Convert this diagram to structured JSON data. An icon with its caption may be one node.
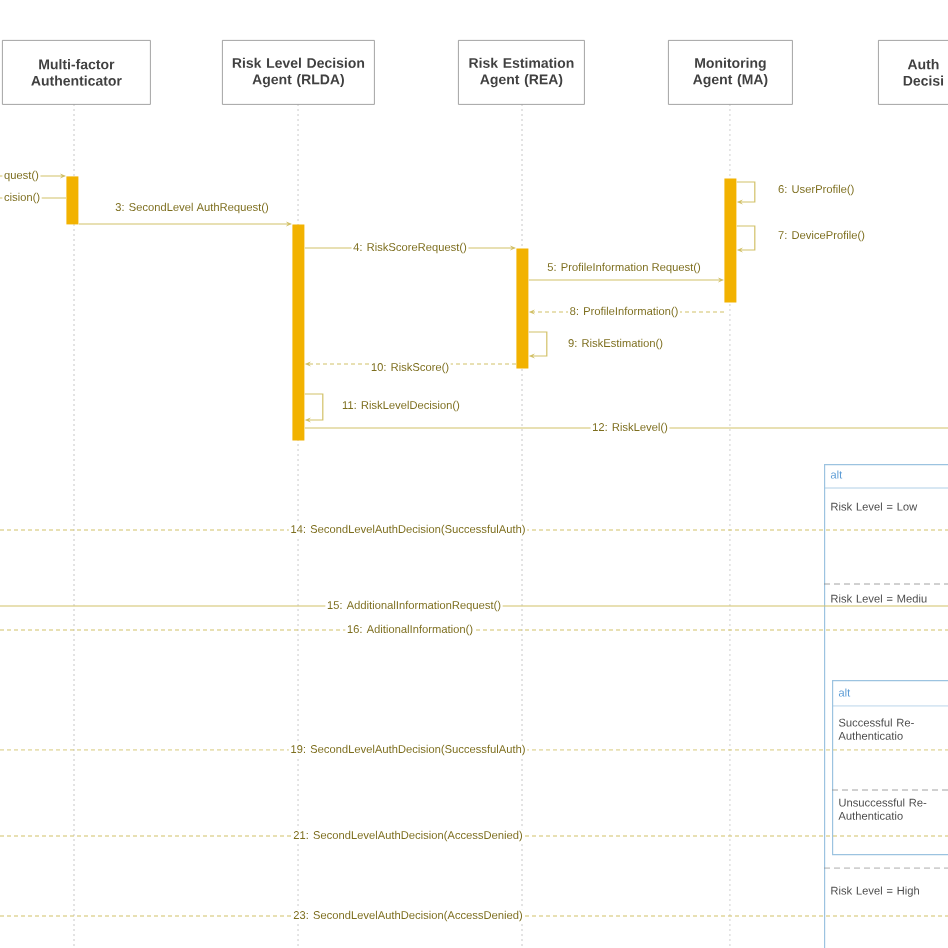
{
  "diagram": {
    "nodes": [
      {
        "text": [
          "Multi-factor Authenticator"
        ]
      },
      {
        "text": [
          "Risk Level Decision Agent (RLDA)"
        ]
      },
      {
        "text": [
          "Risk Estimation Agent (REA)"
        ]
      },
      {
        "text": [
          "Monitoring Agent (MA)"
        ]
      },
      {
        "text": [
          "Auth Decisi"
        ]
      },
      {
        "text": [],
        "shape": "bar"
      },
      {
        "text": [],
        "shape": "bar"
      },
      {
        "text": [],
        "shape": "bar"
      },
      {
        "text": [],
        "shape": "bar"
      },
      {
        "text": [
          "alt",
          "Risk Level = Low",
          "Risk Level = Mediu",
          "Risk Level = High"
        ]
      },
      {
        "text": [
          "alt",
          "Successful Re-Authenticatio",
          "Unsuccessful Re-Authenticatio"
        ],
        "in": 9
      }
    ],
    "edges": [
      {
        "from": null,
        "to": 5,
        "arrow": "to",
        "label": "quest()"
      },
      {
        "from": 5,
        "to": null,
        "arrow": "none",
        "label": "cision()"
      },
      {
        "from": 5,
        "to": 6,
        "arrow": "to",
        "label": "3: SecondLevel AuthRequest()"
      },
      {
        "from": 6,
        "to": 7,
        "arrow": "to",
        "label": "4: RiskScoreRequest()"
      },
      {
        "from": 7,
        "to": 8,
        "arrow": "to",
        "label": "5: ProfileInformation Request()"
      },
      {
        "from": 8,
        "to": 8,
        "arrow": "to",
        "label": "6: UserProfile()"
      },
      {
        "from": 8,
        "to": 8,
        "arrow": "to",
        "label": "7: DeviceProfile()"
      },
      {
        "from": 8,
        "to": 7,
        "arrow": "to",
        "label": "8: ProfileInformation()",
        "style": "dashed"
      },
      {
        "from": 7,
        "to": 7,
        "arrow": "to",
        "label": "9: RiskEstimation()"
      },
      {
        "from": 7,
        "to": 6,
        "arrow": "to",
        "label": "10: RiskScore()",
        "style": "dashed"
      },
      {
        "from": 6,
        "to": 6,
        "arrow": "to",
        "label": "11: RiskLevelDecision()"
      },
      {
        "from": 6,
        "to": null,
        "arrow": "none",
        "label": "12: RiskLevel()"
      }
    ],
    "labels": [
      "14: SecondLevelAuthDecision(SuccessfulAuth)",
      "15: AdditionalInformationRequest()",
      "16: AditionalInformation()",
      "19: SecondLevelAuthDecision(SuccessfulAuth)",
      "21: SecondLevelAuthDecision(AccessDenied)",
      "23: SecondLevelAuthDecision(AccessDenied)"
    ]
  }
}
